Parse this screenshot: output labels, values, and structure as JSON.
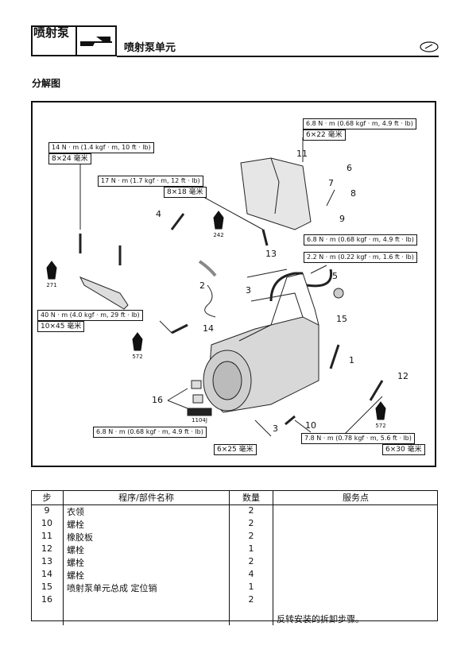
{
  "header": {
    "chapter_label": "喷射泵",
    "title": "喷射泵单元"
  },
  "section_title": "分解图",
  "diagram": {
    "specs": [
      {
        "torque": "6.8 N · m (0.68 kgf · m, 4.9 ft · lb)",
        "size": "6×22 毫米"
      },
      {
        "torque": "14 N · m (1.4 kgf · m, 10 ft · lb)",
        "size": "8×24 毫米"
      },
      {
        "torque": "17 N · m (1.7 kgf · m, 12 ft · lb)",
        "size": "8×18 毫米"
      },
      {
        "torque": "6.8 N · m (0.68 kgf · m, 4.9 ft · lb)"
      },
      {
        "torque": "2.2 N · m (0.22 kgf · m, 1.6 ft · lb)"
      },
      {
        "torque": "40 N · m (4.0 kgf · m, 29 ft · lb)",
        "size": "10×45 毫米"
      },
      {
        "torque": "6.8 N · m (0.68 kgf · m, 4.9 ft · lb)",
        "size": "6×25 毫米"
      },
      {
        "torque": "7.8 N · m (0.78 kgf · m, 5.6 ft · lb)",
        "size": "6×30 毫米"
      }
    ],
    "locktite": [
      "271",
      "242",
      "572",
      "572"
    ],
    "sealant": "1104J",
    "callouts": [
      "1",
      "2",
      "3",
      "3",
      "4",
      "5",
      "6",
      "7",
      "8",
      "9",
      "10",
      "11",
      "12",
      "13",
      "14",
      "15",
      "16"
    ]
  },
  "table": {
    "headers": [
      "步",
      "程序/部件名称",
      "数量",
      "服务点"
    ],
    "rows": [
      {
        "step": "9",
        "name": "衣领",
        "qty": "2"
      },
      {
        "step": "10",
        "name": "螺栓",
        "qty": "2"
      },
      {
        "step": "11",
        "name": "橡胶板",
        "qty": "2"
      },
      {
        "step": "12",
        "name": "螺栓",
        "qty": "1"
      },
      {
        "step": "13",
        "name": "螺栓",
        "qty": "2"
      },
      {
        "step": "14",
        "name": "螺栓",
        "qty": "4"
      },
      {
        "step": "15",
        "name": "喷射泵单元总成 定位销",
        "qty": "1"
      },
      {
        "step": "16",
        "name": "",
        "qty": "2"
      }
    ],
    "service_note": "反转安装的拆卸步骤。"
  }
}
